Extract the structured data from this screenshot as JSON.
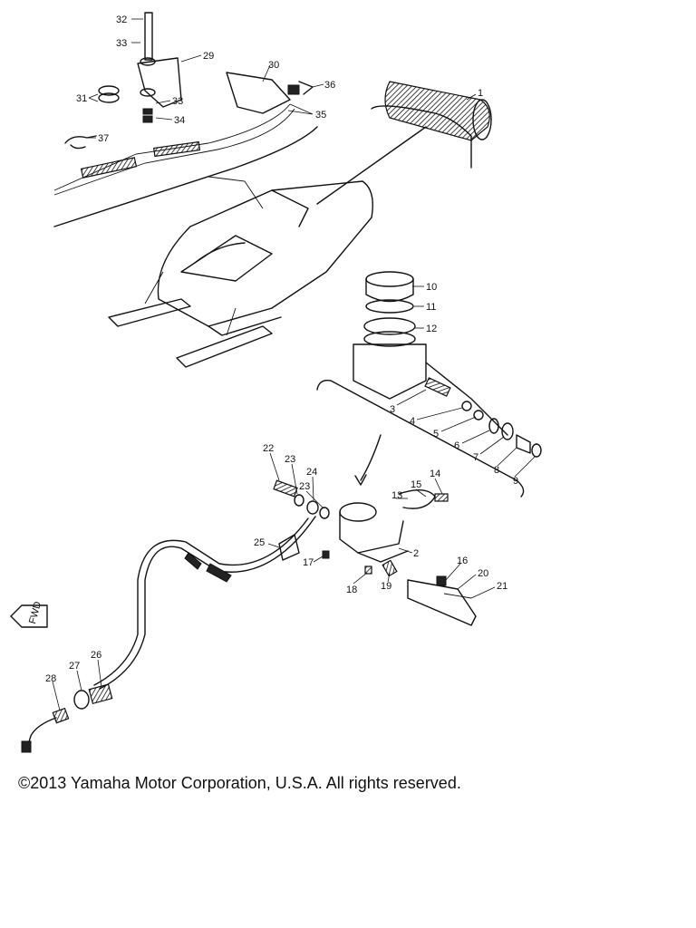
{
  "callouts": [
    {
      "id": "c32",
      "text": "32"
    },
    {
      "id": "c33a",
      "text": "33"
    },
    {
      "id": "c29",
      "text": "29"
    },
    {
      "id": "c31",
      "text": "31"
    },
    {
      "id": "c33b",
      "text": "33"
    },
    {
      "id": "c34",
      "text": "34"
    },
    {
      "id": "c30",
      "text": "30"
    },
    {
      "id": "c36",
      "text": "36"
    },
    {
      "id": "c35",
      "text": "35"
    },
    {
      "id": "c37",
      "text": "37"
    },
    {
      "id": "c1",
      "text": "1"
    },
    {
      "id": "c10",
      "text": "10"
    },
    {
      "id": "c11",
      "text": "11"
    },
    {
      "id": "c12",
      "text": "12"
    },
    {
      "id": "c3",
      "text": "3"
    },
    {
      "id": "c4",
      "text": "4"
    },
    {
      "id": "c5",
      "text": "5"
    },
    {
      "id": "c6",
      "text": "6"
    },
    {
      "id": "c7",
      "text": "7"
    },
    {
      "id": "c8",
      "text": "8"
    },
    {
      "id": "c9",
      "text": "9"
    },
    {
      "id": "c22",
      "text": "22"
    },
    {
      "id": "c23a",
      "text": "23"
    },
    {
      "id": "c24",
      "text": "24"
    },
    {
      "id": "c23b",
      "text": "23"
    },
    {
      "id": "c13",
      "text": "13"
    },
    {
      "id": "c15",
      "text": "15"
    },
    {
      "id": "c14",
      "text": "14"
    },
    {
      "id": "c25",
      "text": "25"
    },
    {
      "id": "c17",
      "text": "17"
    },
    {
      "id": "c2",
      "text": "2"
    },
    {
      "id": "c18",
      "text": "18"
    },
    {
      "id": "c19",
      "text": "19"
    },
    {
      "id": "c16",
      "text": "16"
    },
    {
      "id": "c20",
      "text": "20"
    },
    {
      "id": "c21",
      "text": "21"
    },
    {
      "id": "c26",
      "text": "26"
    },
    {
      "id": "c27",
      "text": "27"
    },
    {
      "id": "c28",
      "text": "28"
    }
  ],
  "fwd_label": "FWD",
  "copyright": "©2013 Yamaha Motor Corporation, U.S.A. All rights reserved."
}
